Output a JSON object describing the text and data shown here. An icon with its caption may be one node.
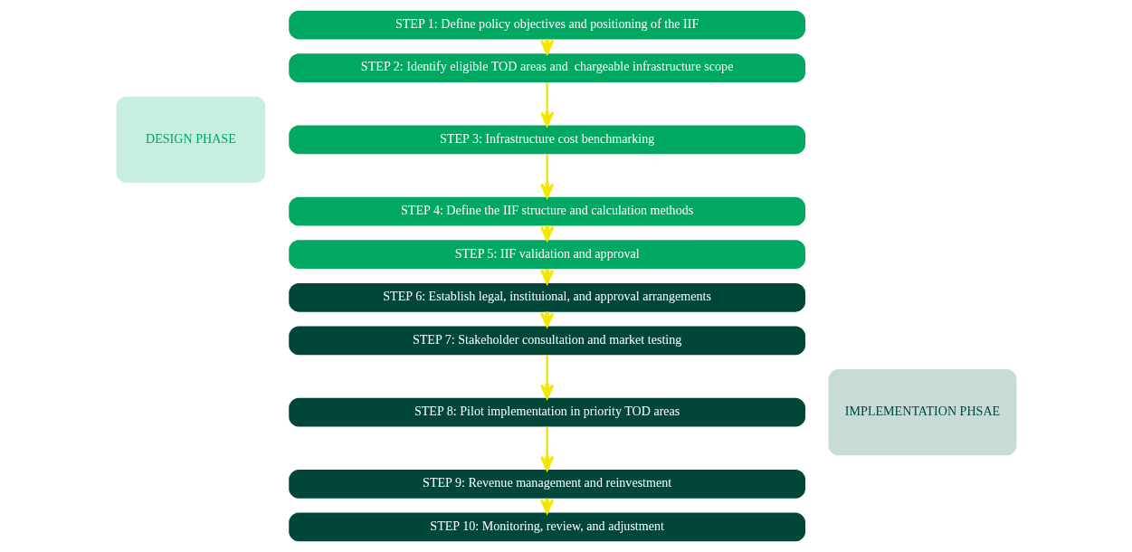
{
  "diagram": {
    "nodes": [
      {
        "text": [
          "DESIGN PHASE"
        ]
      },
      {
        "text": [
          "STEP 1: Define policy objectives and positioning of the IIF"
        ]
      },
      {
        "text": [
          "STEP 2: Identify eligible TOD areas and  chargeable infrastructure scope"
        ]
      },
      {
        "text": [
          "STEP 3: Infrastructure cost benchmarking"
        ]
      },
      {
        "text": [
          "STEP 4: Define the IIF structure and calculation methods"
        ]
      },
      {
        "text": [
          "STEP 5: IIF validation and approval"
        ]
      },
      {
        "text": [
          "IMPLEMENTATION PHSAE"
        ]
      },
      {
        "text": [
          "STEP 6: Establish legal, instituional, and approval arrangements"
        ]
      },
      {
        "text": [
          "STEP 7: Stakeholder consultation and market testing"
        ]
      },
      {
        "text": [
          "STEP 8: Pilot implementation in priority TOD areas"
        ]
      },
      {
        "text": [
          "STEP 9: Revenue management and reinvestment"
        ]
      },
      {
        "text": [
          "STEP 10: Monitoring, review, and adjustment"
        ]
      }
    ],
    "edges": [
      {
        "from": 1,
        "to": 2,
        "arrow": "to"
      },
      {
        "from": 2,
        "to": 3,
        "arrow": "to"
      },
      {
        "from": 3,
        "to": 4,
        "arrow": "to"
      },
      {
        "from": 4,
        "to": 5,
        "arrow": "to"
      },
      {
        "from": 5,
        "to": 7,
        "arrow": "to"
      },
      {
        "from": 7,
        "to": 8,
        "arrow": "to"
      },
      {
        "from": 8,
        "to": 9,
        "arrow": "to"
      },
      {
        "from": 9,
        "to": 10,
        "arrow": "to"
      },
      {
        "from": 10,
        "to": 11,
        "arrow": "to"
      }
    ]
  }
}
